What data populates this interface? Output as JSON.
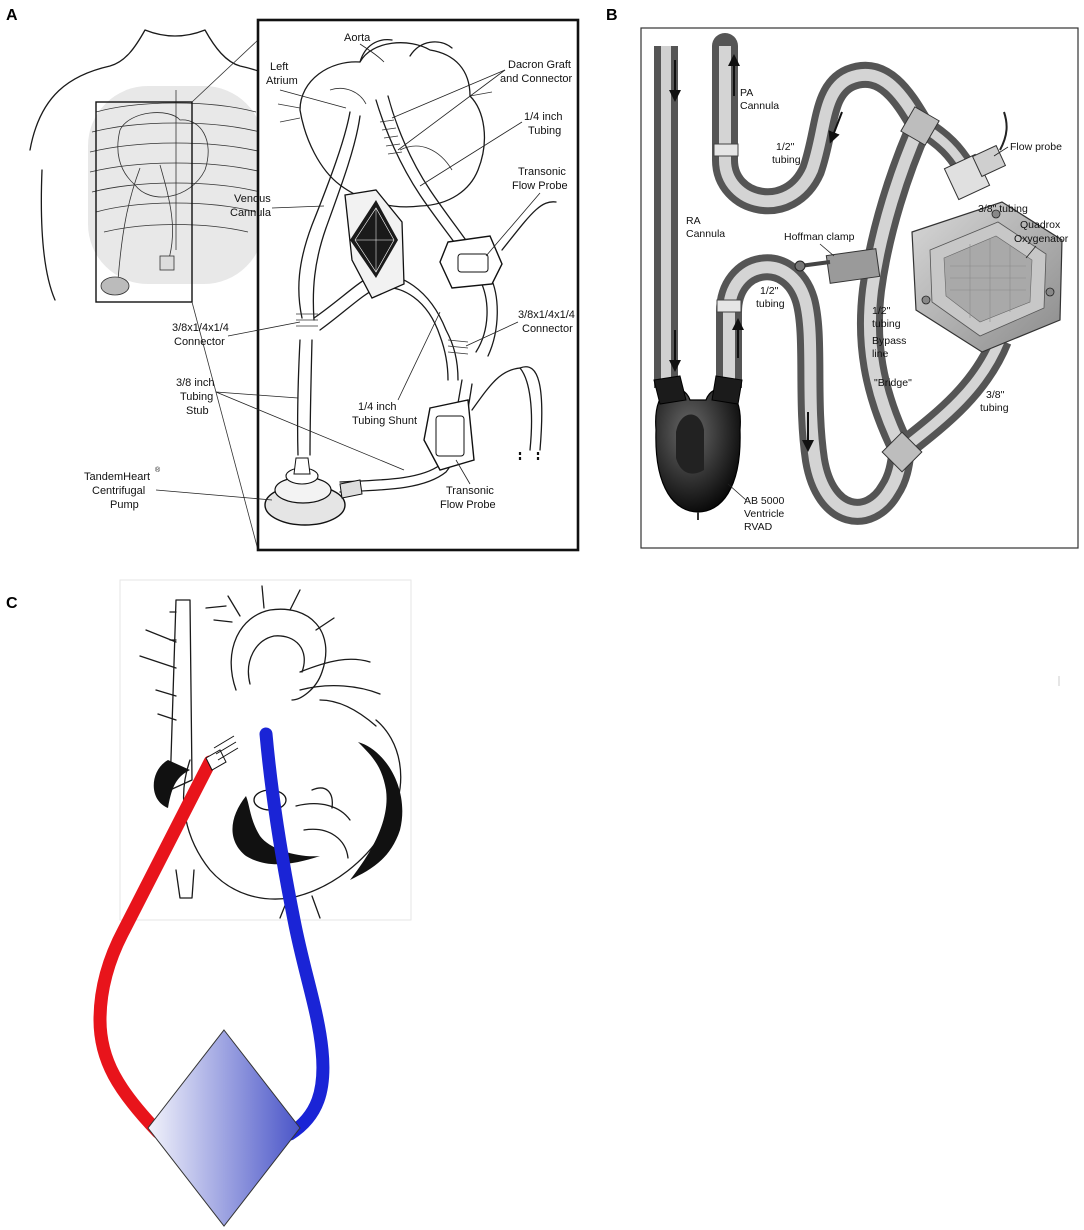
{
  "panels": {
    "a": {
      "letter": "A",
      "labels": {
        "aorta": "Aorta",
        "left_atrium_1": "Left",
        "left_atrium_2": "Atrium",
        "dacron_1": "Dacron Graft",
        "dacron_2": "and Connector",
        "quarter_tubing_1": "1/4 inch",
        "quarter_tubing_2": "Tubing",
        "flow_probe_top_1": "Transonic",
        "flow_probe_top_2": "Flow Probe",
        "venous_cannula_1": "Venous",
        "venous_cannula_2": "Cannula",
        "connector_left_1": "3/8x1/4x1/4",
        "connector_left_2": "Connector",
        "connector_right_1": "3/8x1/4x1/4",
        "connector_right_2": "Connector",
        "stub_1": "3/8 inch",
        "stub_2": "Tubing",
        "stub_3": "Stub",
        "shunt_1": "1/4 inch",
        "shunt_2": "Tubing Shunt",
        "pump_1": "TandemHeart",
        "pump_reg": "®",
        "pump_2": "Centrifugal",
        "pump_3": "Pump",
        "flow_probe_bottom_1": "Transonic",
        "flow_probe_bottom_2": "Flow Probe"
      }
    },
    "b": {
      "letter": "B",
      "labels": {
        "pa_cannula_1": "PA",
        "pa_cannula_2": "Cannula",
        "half_tubing_top_1": "1/2\"",
        "half_tubing_top_2": "tubing",
        "flow_probe": "Flow probe",
        "three_eighth_top": "3/8\" tubing",
        "quadrox_1": "Quadrox",
        "quadrox_2": "Oxygenator",
        "ra_cannula_1": "RA",
        "ra_cannula_2": "Cannula",
        "hoffman": "Hoffman clamp",
        "half_tubing_mid_1": "1/2\"",
        "half_tubing_mid_2": "tubing",
        "bypass_1": "1/2\"",
        "bypass_2": "tubing",
        "bypass_3": "Bypass",
        "bypass_4": "line",
        "bridge": "\"Bridge\"",
        "three_eighth_bottom_1": "3/8\"",
        "three_eighth_bottom_2": "tubing",
        "ab5000_1": "AB 5000",
        "ab5000_2": "Ventricle",
        "ab5000_3": "RVAD"
      }
    },
    "c": {
      "letter": "C"
    }
  },
  "colors": {
    "oxygenated_tube": "#e8141b",
    "deoxygenated_tube": "#1a24d6",
    "device_light": "#f2f3fb",
    "device_dark": "#4a55c8"
  }
}
